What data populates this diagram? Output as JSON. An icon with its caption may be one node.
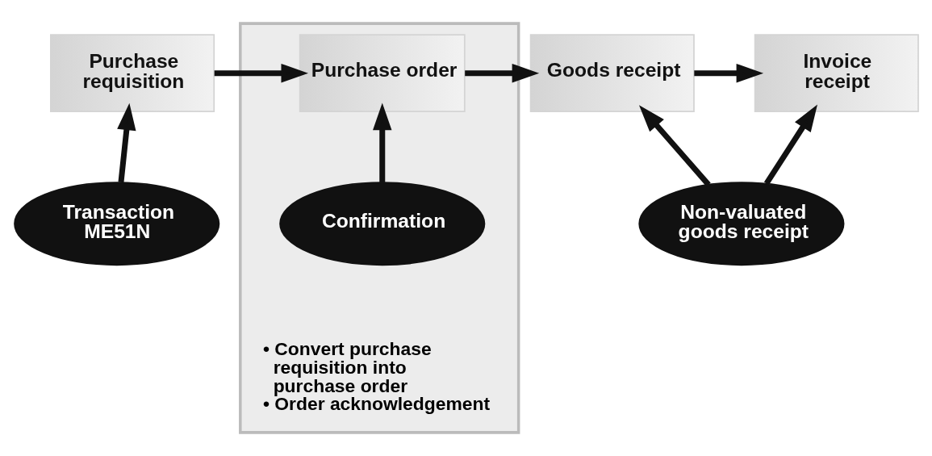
{
  "diagram": {
    "nodes": [
      {
        "text": [
          "Purchase requisition"
        ]
      },
      {
        "text": [],
        "shape": "box"
      },
      {
        "text": [
          "Purchase order"
        ],
        "in": 1
      },
      {
        "text": [
          "Goods receipt"
        ]
      },
      {
        "text": [
          "Invoice receipt"
        ]
      },
      {
        "text": [
          "Transaction ME51N"
        ]
      },
      {
        "text": [
          "Confirmation"
        ],
        "in": 1
      },
      {
        "text": [
          "Non-valuated goods receipt"
        ]
      }
    ],
    "edges": [
      {
        "from": 0,
        "to": 2,
        "arrow": "to"
      },
      {
        "from": 2,
        "to": 3,
        "arrow": "to"
      },
      {
        "from": 3,
        "to": 4,
        "arrow": "to"
      },
      {
        "from": 5,
        "to": 0,
        "arrow": "to"
      },
      {
        "from": 6,
        "to": 2,
        "arrow": "to"
      },
      {
        "from": 7,
        "to": 3,
        "arrow": "to"
      },
      {
        "from": 7,
        "to": 4,
        "arrow": "to"
      }
    ],
    "labels": [
      "• Convert purchase requisition into purchase order",
      "• Order acknowledgement"
    ]
  }
}
